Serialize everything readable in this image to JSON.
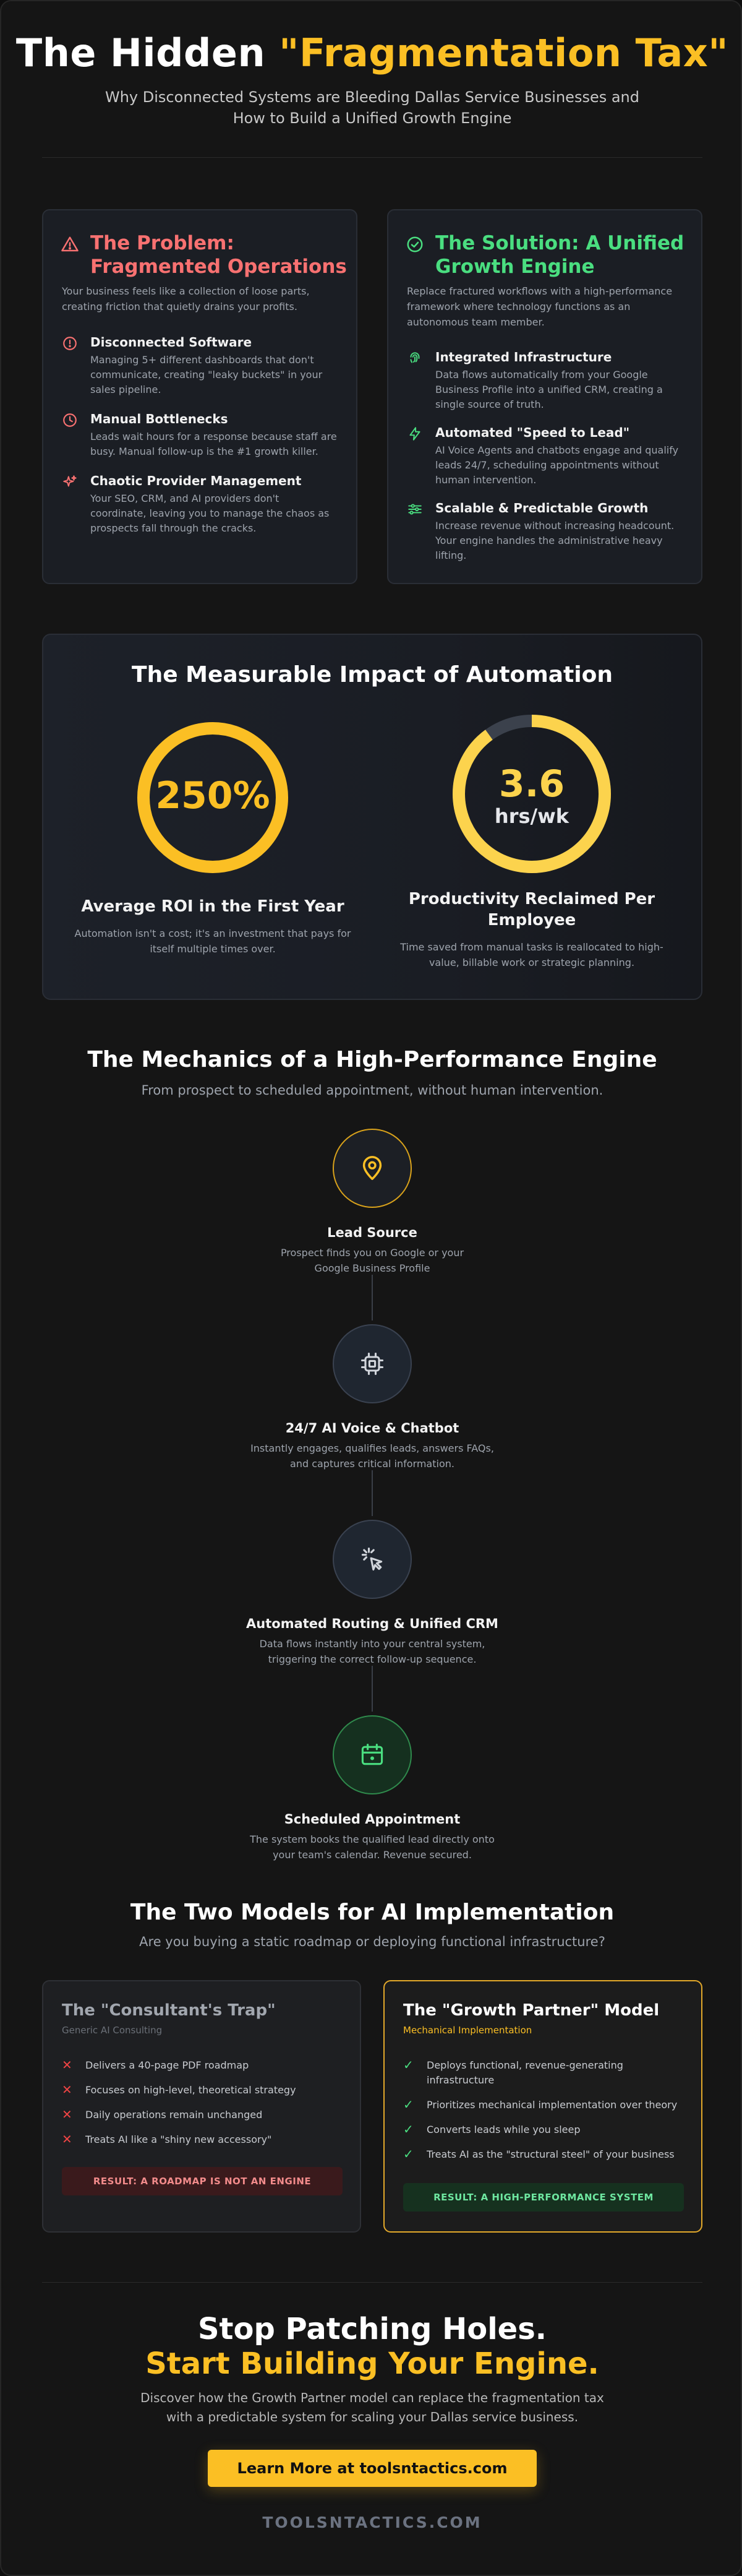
{
  "header": {
    "title_main": "The Hidden ",
    "title_accent": "\"Fragmentation Tax\"",
    "subtitle_line1": "Why Disconnected Systems are Bleeding Dallas Service Businesses and",
    "subtitle_line2": "How to Build a Unified Growth Engine"
  },
  "problem": {
    "title_line1": "The Problem:",
    "title_line2": "Fragmented Operations",
    "intro_line1": "Your business feels like a collection of loose parts,",
    "intro_line2": "creating friction that quietly drains your profits.",
    "items": [
      {
        "title": "Disconnected Software",
        "desc": [
          "Managing 5+ different dashboards that don't",
          "communicate, creating \"leaky buckets\" in your",
          "sales pipeline."
        ],
        "icon": "alert-circle-icon"
      },
      {
        "title": "Manual Bottlenecks",
        "desc": [
          "Leads wait hours for a response because staff are",
          "busy. Manual follow-up is the #1 growth killer."
        ],
        "icon": "clock-icon"
      },
      {
        "title": "Chaotic Provider Management",
        "desc": [
          "Your SEO, CRM, and AI providers don't",
          "coordinate, leaving you to manage the chaos as",
          "prospects fall through the cracks."
        ],
        "icon": "sparkle-icon"
      }
    ]
  },
  "solution": {
    "title_line1": "The Solution: A Unified",
    "title_line2": "Growth Engine",
    "intro_line1": "Replace fractured workflows with a high-performance",
    "intro_line2": "framework where technology functions as an",
    "intro_line3": "autonomous team member.",
    "items": [
      {
        "title": "Integrated Infrastructure",
        "desc": [
          "Data flows automatically from your Google",
          "Business Profile into a unified CRM, creating a",
          "single source of truth."
        ],
        "icon": "fingerprint-icon"
      },
      {
        "title": "Automated \"Speed to Lead\"",
        "desc": [
          "AI Voice Agents and chatbots engage and qualify",
          "leads 24/7, scheduling appointments without",
          "human intervention."
        ],
        "icon": "lightning-icon"
      },
      {
        "title": "Scalable & Predictable Growth",
        "desc": [
          "Increase revenue without increasing headcount.",
          "Your engine handles the administrative heavy",
          "lifting."
        ],
        "icon": "sliders-icon"
      }
    ]
  },
  "impact": {
    "title": "The Measurable Impact of Automation",
    "stats": [
      {
        "value": "250%",
        "unit": "",
        "fill_fraction": 1.0,
        "title_lines": [
          "Average ROI in the First Year"
        ],
        "desc": [
          "Automation isn't a cost; it's an investment that pays for",
          "itself multiple times over."
        ]
      },
      {
        "value": "3.6",
        "unit": "hrs/wk",
        "fill_fraction": 0.9,
        "title_lines": [
          "Productivity Reclaimed Per",
          "Employee"
        ],
        "desc": [
          "Time saved from manual tasks is reallocated to high-",
          "value, billable work or strategic planning."
        ]
      }
    ]
  },
  "mechanics": {
    "title": "The Mechanics of a High-Performance Engine",
    "subtitle": "From prospect to scheduled appointment, without human intervention.",
    "steps": [
      {
        "title": "Lead Source",
        "desc": [
          "Prospect finds you on Google or your",
          "Google Business Profile"
        ],
        "icon": "map-pin-icon"
      },
      {
        "title": "24/7 AI Voice & Chatbot",
        "desc": [
          "Instantly engages, qualifies leads, answers FAQs,",
          "and captures critical information."
        ],
        "icon": "cpu-chip-icon"
      },
      {
        "title": "Automated Routing & Unified CRM",
        "desc": [
          "Data flows instantly into your central system,",
          "triggering the correct follow-up sequence."
        ],
        "icon": "cursor-click-icon"
      },
      {
        "title": "Scheduled Appointment",
        "desc": [
          "The system books the qualified lead directly onto",
          "your team's calendar. Revenue secured."
        ],
        "icon": "calendar-icon"
      }
    ]
  },
  "models": {
    "title": "The Two Models for AI Implementation",
    "subtitle": "Are you buying a static roadmap or deploying functional infrastructure?",
    "consultant": {
      "title": "The \"Consultant's Trap\"",
      "tag": "Generic AI Consulting",
      "items": [
        [
          "Delivers a 40-page PDF roadmap"
        ],
        [
          "Focuses on high-level, theoretical strategy"
        ],
        [
          "Daily operations remain unchanged"
        ],
        [
          "Treats AI like a \"shiny new accessory\""
        ]
      ],
      "badge": "RESULT: A ROADMAP IS NOT AN ENGINE"
    },
    "partner": {
      "title": "The \"Growth Partner\" Model",
      "tag": "Mechanical Implementation",
      "items": [
        [
          "Deploys functional, revenue-generating",
          "infrastructure"
        ],
        [
          "Prioritizes mechanical implementation over theory"
        ],
        [
          "Converts leads while you sleep"
        ],
        [
          "Treats AI as the \"structural steel\" of your business"
        ]
      ],
      "badge": "RESULT: A HIGH-PERFORMANCE SYSTEM"
    }
  },
  "cta": {
    "headline_line1": "Stop Patching Holes.",
    "headline_line2": "Start Building Your Engine.",
    "desc_line1": "Discover how the Growth Partner model can replace the fragmentation tax",
    "desc_line2": "with a predictable system for scaling your Dallas service business.",
    "button_label": "Learn More at toolsntactics.com"
  },
  "footer": {
    "brand": "TOOLSNTACTICS.COM"
  },
  "colors": {
    "accent": "#fbbf24",
    "problem": "#f87171",
    "solution": "#4ade80",
    "muted": "#9ea4ad"
  }
}
